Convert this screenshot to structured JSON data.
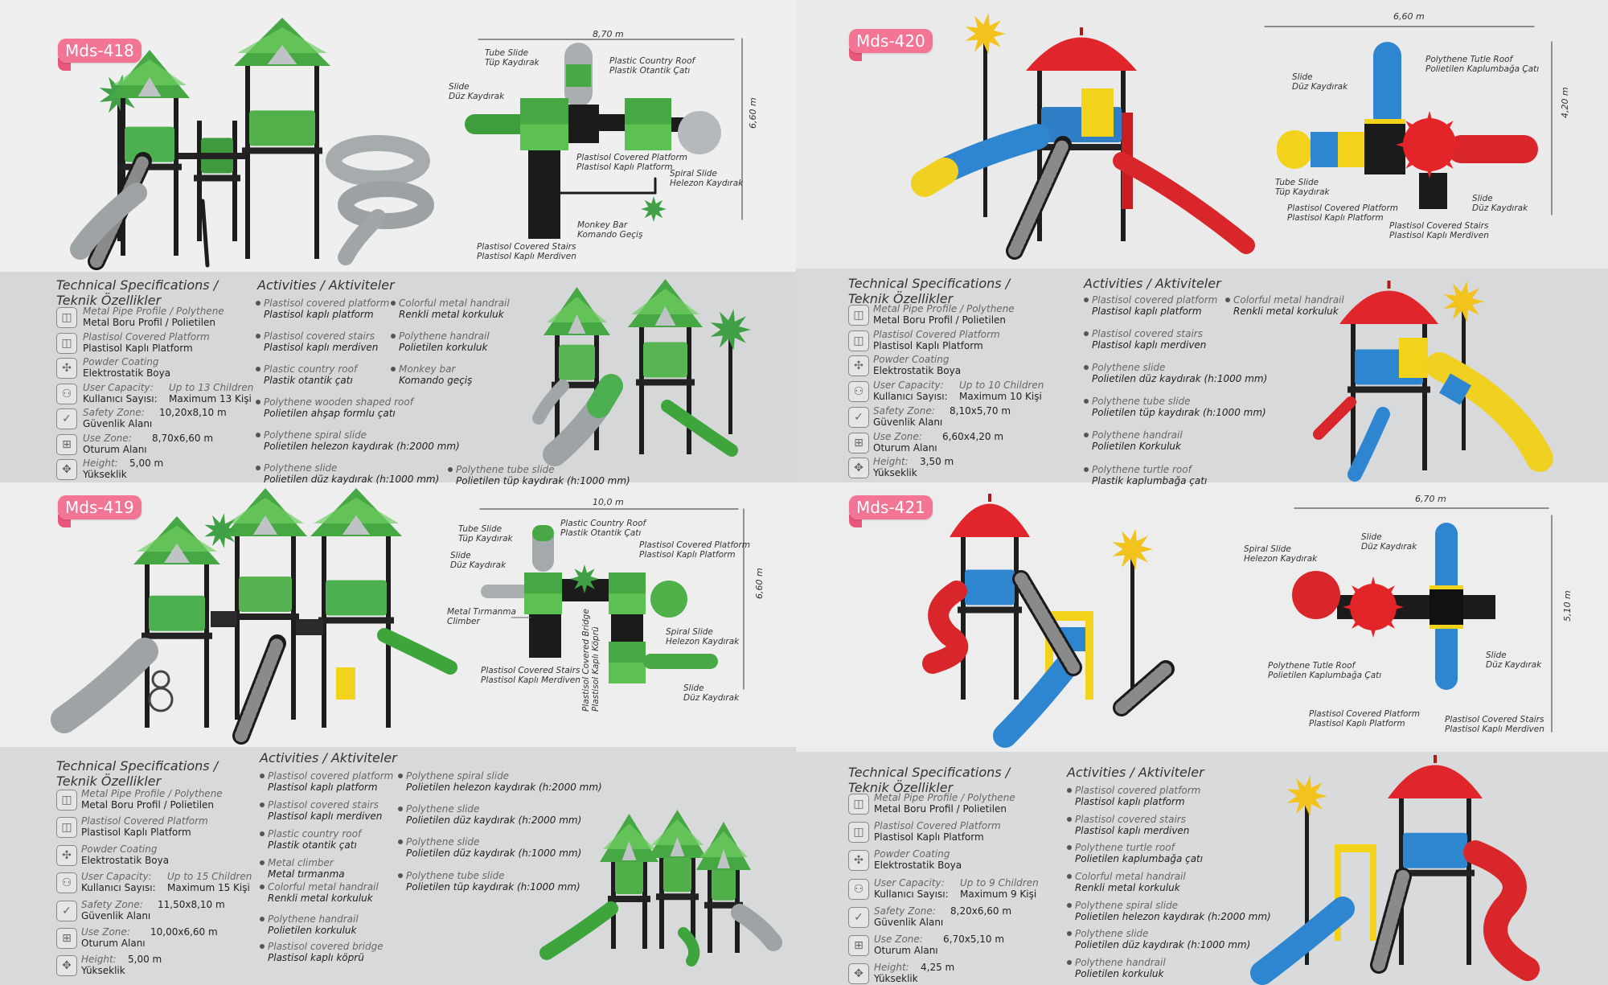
{
  "common": {
    "spec_title_1": "Technical Specifications /",
    "spec_title_2": "Teknik Özellikler",
    "activities_title": "Activities / Aktiviteler",
    "material_en": "Metal Pipe Profile / Polythene",
    "material_tr": "Metal Boru Profil / Polietilen",
    "platform_en": "Plastisol Covered Platform",
    "platform_tr": "Plastisol Kaplı Platform",
    "coating_en": "Powder Coating",
    "coating_tr": "Elektrostatik Boya",
    "capacity_en": "User Capacity:",
    "capacity_tr": "Kullanıcı Sayısı:",
    "safety_en": "Safety Zone:",
    "safety_tr": "Güvenlik Alanı",
    "use_en": "Use Zone:",
    "use_tr": "Oturum Alanı",
    "height_en": "Height:",
    "height_tr": "Yükseklik"
  },
  "colors": {
    "badge": "#f27595",
    "green": "#4fae4a",
    "red": "#e0262b",
    "blue": "#2f86d0",
    "yellow": "#f3d21b"
  },
  "products": [
    {
      "code": "Mds-418",
      "width_dim": "8,70 m",
      "depth_dim": "6,60 m",
      "diagram_labels": [
        {
          "en": "Tube Slide",
          "tr": "Tüp Kaydırak"
        },
        {
          "en": "Plastic Country Roof",
          "tr": "Plastik Otantik Çatı"
        },
        {
          "en": "Slide",
          "tr": "Düz Kaydırak"
        },
        {
          "en": "Plastisol Covered Platform",
          "tr": "Plastisol Kaplı Platform"
        },
        {
          "en": "Spiral Slide",
          "tr": "Helezon Kaydırak"
        },
        {
          "en": "Monkey Bar",
          "tr": "Komando Geçiş"
        },
        {
          "en": "Plastisol Covered Stairs",
          "tr": "Plastisol Kaplı Merdiven"
        }
      ],
      "capacity_en": "Up to 13 Children",
      "capacity_tr": "Maximum 13 Kişi",
      "safety_zone": "10,20x8,10 m",
      "use_zone": "8,70x6,60 m",
      "height": "5,00 m",
      "activities": [
        {
          "en": "Plastisol covered platform",
          "tr": "Plastisol kaplı platform"
        },
        {
          "en": "Colorful metal handrail",
          "tr": "Renkli metal korkuluk"
        },
        {
          "en": "Plastisol covered stairs",
          "tr": "Plastisol kaplı merdiven"
        },
        {
          "en": "Polythene handrail",
          "tr": "Polietilen korkuluk"
        },
        {
          "en": "Plastic country roof",
          "tr": "Plastik otantik çatı"
        },
        {
          "en": "Monkey bar",
          "tr": "Komando geçiş"
        },
        {
          "en": "Polythene wooden shaped roof",
          "tr": "Polietilen ahşap formlu çatı"
        },
        {
          "en": "Polythene spiral slide",
          "tr": "Polietilen helezon kaydırak (h:2000 mm)"
        },
        {
          "en": "Polythene slide",
          "tr": "Polietilen düz kaydırak (h:1000 mm)"
        },
        {
          "en": "Polythene tube slide",
          "tr": "Polietilen tüp kaydırak (h:1000 mm)"
        }
      ]
    },
    {
      "code": "Mds-420",
      "width_dim": "6,60 m",
      "depth_dim": "4,20 m",
      "diagram_labels": [
        {
          "en": "Slide",
          "tr": "Düz Kaydırak"
        },
        {
          "en": "Polythene Tutle Roof",
          "tr": "Polietilen Kaplumbağa Çatı"
        },
        {
          "en": "Tube Slide",
          "tr": "Tüp Kaydırak"
        },
        {
          "en": "Plastisol Covered Platform",
          "tr": "Plastisol Kaplı Platform"
        },
        {
          "en": "Slide",
          "tr": "Düz Kaydırak"
        },
        {
          "en": "Plastisol Covered Stairs",
          "tr": "Plastisol Kaplı Merdiven"
        }
      ],
      "capacity_en": "Up to 10 Children",
      "capacity_tr": "Maximum 10 Kişi",
      "safety_zone": "8,10x5,70 m",
      "use_zone": "6,60x4,20 m",
      "height": "3,50 m",
      "activities": [
        {
          "en": "Plastisol covered platform",
          "tr": "Plastisol kaplı platform"
        },
        {
          "en": "Colorful metal handrail",
          "tr": "Renkli metal korkuluk"
        },
        {
          "en": "Plastisol covered stairs",
          "tr": "Plastisol kaplı merdiven"
        },
        {
          "en": "Polythene slide",
          "tr": "Polietilen düz kaydırak (h:1000 mm)"
        },
        {
          "en": "Polythene tube slide",
          "tr": "Polietilen tüp kaydırak (h:1000 mm)"
        },
        {
          "en": "Polythene handrail",
          "tr": "Polietilen Korkuluk"
        },
        {
          "en": "Polythene turtle roof",
          "tr": "Plastik kaplumbağa çatı"
        }
      ]
    },
    {
      "code": "Mds-419",
      "width_dim": "10,0 m",
      "depth_dim": "6,60 m",
      "diagram_labels": [
        {
          "en": "Tube Slide",
          "tr": "Tüp Kaydırak"
        },
        {
          "en": "Plastic Country Roof",
          "tr": "Plastik Otantik Çatı"
        },
        {
          "en": "Plastisol Covered Platform",
          "tr": "Plastisol Kaplı Platform"
        },
        {
          "en": "Slide",
          "tr": "Düz Kaydırak"
        },
        {
          "en": "Metal Tırmanma",
          "tr": "Climber"
        },
        {
          "en": "Spiral Slide",
          "tr": "Helezon Kaydırak"
        },
        {
          "en": "Plastisol Covered Stairs",
          "tr": "Plastisol Kaplı Merdiven"
        },
        {
          "en": "Plastisol Covered Bridge",
          "tr": "Plastisol Kaplı Köprü"
        },
        {
          "en": "Slide",
          "tr": "Düz Kaydırak"
        }
      ],
      "capacity_en": "Up to 15 Children",
      "capacity_tr": "Maximum 15 Kişi",
      "safety_zone": "11,50x8,10 m",
      "use_zone": "10,00x6,60 m",
      "height": "5,00 m",
      "activities": [
        {
          "en": "Plastisol covered platform",
          "tr": "Plastisol kaplı platform"
        },
        {
          "en": "Plastisol covered stairs",
          "tr": "Plastisol kaplı merdiven"
        },
        {
          "en": "Plastic country roof",
          "tr": "Plastik otantik çatı"
        },
        {
          "en": "Metal climber",
          "tr": "Metal tırmanma"
        },
        {
          "en": "Colorful metal handrail",
          "tr": "Renkli metal korkuluk"
        },
        {
          "en": "Polythene handrail",
          "tr": "Polietilen korkuluk"
        },
        {
          "en": "Plastisol covered bridge",
          "tr": "Plastisol kaplı köprü"
        },
        {
          "en": "Polythene spiral slide",
          "tr": "Polietilen helezon kaydırak (h:2000 mm)"
        },
        {
          "en": "Polythene slide",
          "tr": "Polietilen düz kaydırak (h:2000 mm)"
        },
        {
          "en": "Polythene  slide",
          "tr": "Polietilen düz kaydırak (h:1000 mm)"
        },
        {
          "en": "Polythene tube slide",
          "tr": "Polietilen tüp kaydırak (h:1000 mm)"
        }
      ]
    },
    {
      "code": "Mds-421",
      "width_dim": "6,70 m",
      "depth_dim": "5,10 m",
      "diagram_labels": [
        {
          "en": "Slide",
          "tr": "Düz Kaydırak"
        },
        {
          "en": "Spiral Slide",
          "tr": "Helezon Kaydırak"
        },
        {
          "en": "Polythene Tutle Roof",
          "tr": "Polietilen Kaplumbağa Çatı"
        },
        {
          "en": "Slide",
          "tr": "Düz Kaydırak"
        },
        {
          "en": "Plastisol Covered Platform",
          "tr": "Plastisol Kaplı Platform"
        },
        {
          "en": "Plastisol Covered Stairs",
          "tr": "Plastisol Kaplı Merdiven"
        }
      ],
      "capacity_en": "Up to 9 Children",
      "capacity_tr": "Maximum 9 Kişi",
      "safety_zone": "8,20x6,60 m",
      "use_zone": "6,70x5,10 m",
      "height": "4,25 m",
      "activities": [
        {
          "en": "Plastisol covered platform",
          "tr": "Plastisol kaplı platform"
        },
        {
          "en": "Plastisol covered stairs",
          "tr": "Plastisol kaplı merdiven"
        },
        {
          "en": "Polythene turtle roof",
          "tr": "Polietilen kaplumbağa çatı"
        },
        {
          "en": "Colorful metal handrail",
          "tr": "Renkli metal korkuluk"
        },
        {
          "en": "Polythene spiral slide",
          "tr": "Polietilen helezon kaydırak (h:2000 mm)"
        },
        {
          "en": "Polythene slide",
          "tr": "Polietilen düz kaydırak (h:1000 mm)"
        },
        {
          "en": "Polythene handrail",
          "tr": "Polietilen korkuluk"
        }
      ]
    }
  ]
}
